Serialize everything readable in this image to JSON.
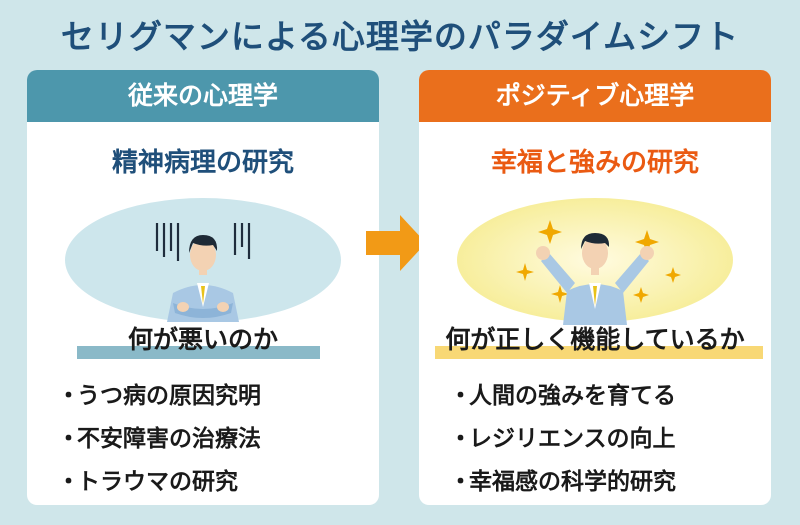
{
  "title": "セリグマンによる心理学のパラダイムシフト",
  "left": {
    "header": "従来の心理学",
    "subtitle": "精神病理の研究",
    "question": "何が悪いのか",
    "items": [
      "うつ病の原因究明",
      "不安障害の治療法",
      "トラウマの研究"
    ]
  },
  "right": {
    "header": "ポジティブ心理学",
    "subtitle": "幸福と強みの研究",
    "question": "何が正しく機能しているか",
    "items": [
      "人間の強みを育てる",
      "レジリエンスの向上",
      "幸福感の科学的研究"
    ]
  },
  "bullet": "・",
  "colors": {
    "background": "#cfe6ea",
    "title": "#1f4f7a",
    "left_accent": "#4d97ac",
    "right_accent": "#ea6f1c",
    "arrow": "#f29a16",
    "right_highlight": "#f8d875"
  },
  "icons": {
    "left": "distressed-person-icon",
    "right": "joyful-person-icon",
    "transition": "arrow-right-icon"
  }
}
